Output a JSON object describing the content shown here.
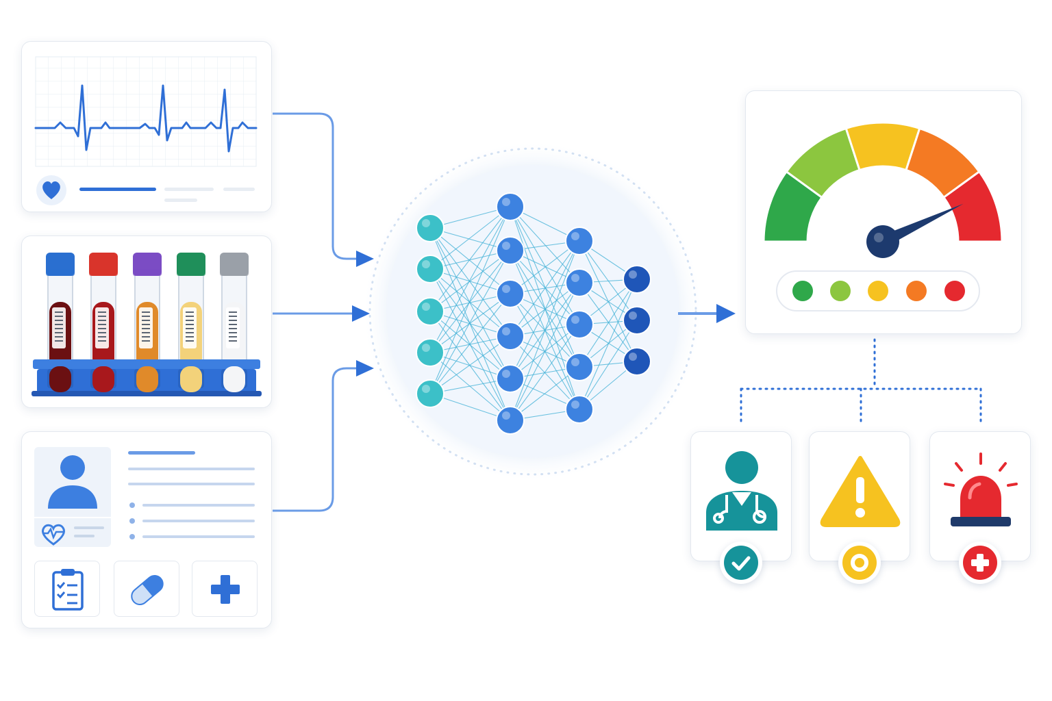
{
  "colors": {
    "primary_blue": "#2f6fd6",
    "connector_blue": "#6a9be6",
    "node_teal": "#3cc0c8",
    "node_blue": "#3d82e0",
    "node_dark": "#1f56b8",
    "green": "#2fa84a",
    "yellow": "#f6c220",
    "orange": "#f47a23",
    "red": "#e5292f",
    "teal_doctor": "#16939a"
  },
  "inputs": {
    "ecg": {
      "icon": "heart-icon"
    },
    "lab_tubes": {
      "cap_colors": [
        "#2a6fd0",
        "#d9342b",
        "#7b4cc4",
        "#1f8f5a",
        "#9aa0a8"
      ],
      "liquid_colors": [
        "#6b1012",
        "#a8181c",
        "#e08a2a",
        "#f3d27a",
        "#f4f5f7"
      ]
    },
    "patient_record": {
      "icons": [
        "person-icon",
        "heart-pulse-icon",
        "clipboard-checklist-icon",
        "pill-icon",
        "plus-icon"
      ]
    }
  },
  "network": {
    "layers": [
      5,
      6,
      5,
      3
    ]
  },
  "risk_gauge": {
    "level": 0.86,
    "zones": [
      "#2fa84a",
      "#8cc63f",
      "#f6c220",
      "#f47a23",
      "#e5292f"
    ],
    "indicator_colors": [
      "#2fa84a",
      "#8cc63f",
      "#f6c220",
      "#f47a23",
      "#e5292f"
    ]
  },
  "outcomes": [
    {
      "icon": "clinician-icon",
      "badge": "check-icon",
      "color": "#16939a"
    },
    {
      "icon": "warning-icon",
      "badge": "circle-icon",
      "color": "#f6c220"
    },
    {
      "icon": "alarm-light-icon",
      "badge": "plus-icon",
      "color": "#e5292f"
    }
  ]
}
